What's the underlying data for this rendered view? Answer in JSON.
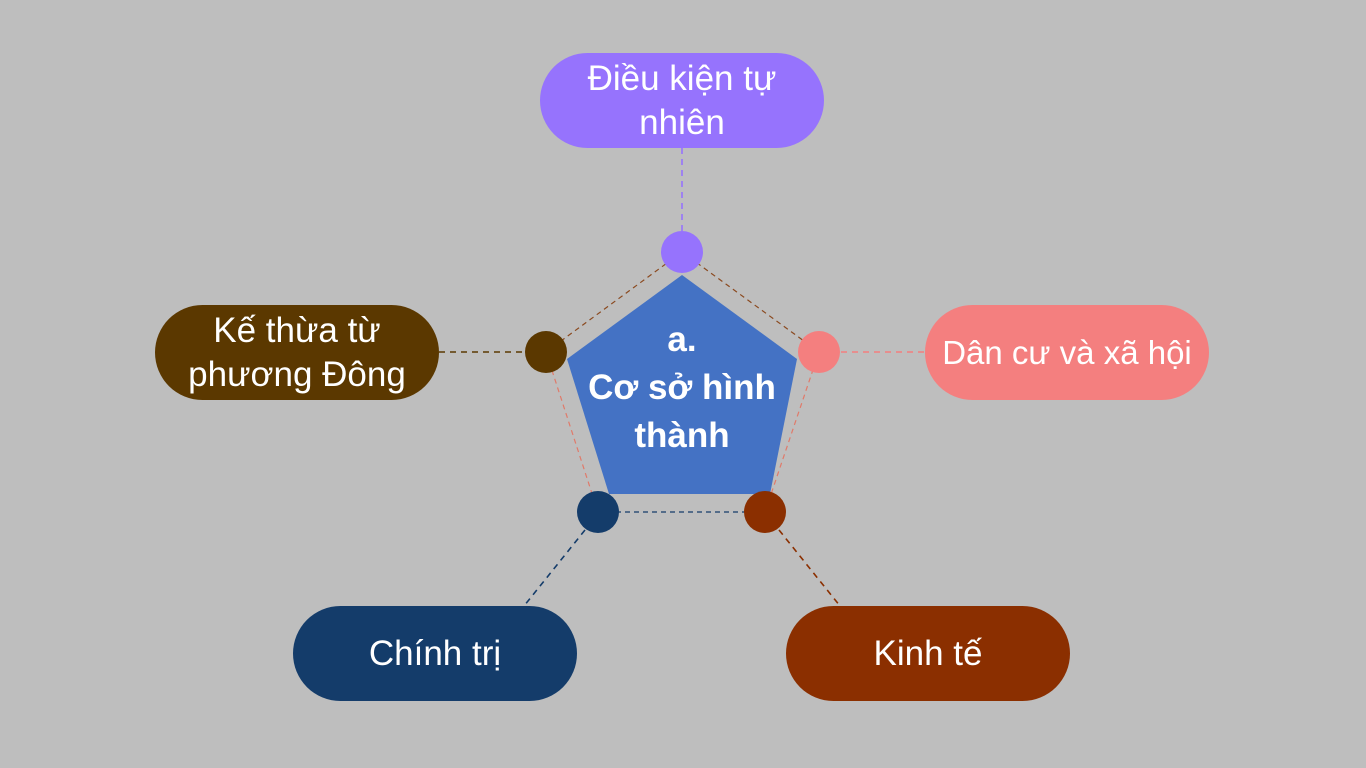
{
  "center": {
    "label": "a.\nCơ sở hình\nthành",
    "color": "#4472c4"
  },
  "nodes": [
    {
      "id": "natural",
      "label": "Điều kiện tự\nnhiên",
      "color": "#9673fd"
    },
    {
      "id": "population",
      "label": "Dân cư và xã hội",
      "color": "#f47f7f"
    },
    {
      "id": "economy",
      "label": "Kinh tế",
      "color": "#8b2f00"
    },
    {
      "id": "politics",
      "label": "Chính trị",
      "color": "#143c6a"
    },
    {
      "id": "heritage",
      "label": "Kế thừa từ\nphương Đông",
      "color": "#5b3800"
    }
  ]
}
